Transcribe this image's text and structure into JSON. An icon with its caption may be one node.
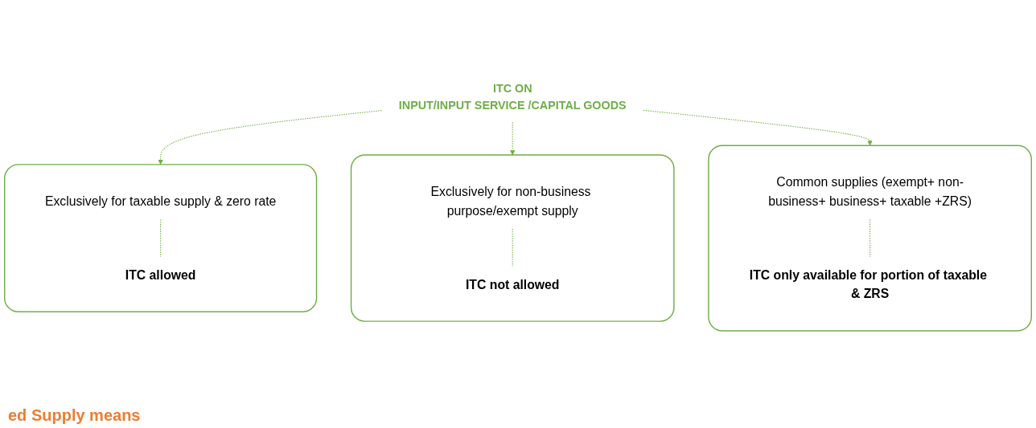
{
  "diagram": {
    "nodes": [
      {
        "text": [
          "ITC ON",
          "INPUT/INPUT SERVICE /CAPITAL GOODS"
        ]
      },
      {
        "text": [],
        "shape": "box"
      },
      {
        "text": [
          "Exclusively for taxable supply & zero rate"
        ],
        "in": 1
      },
      {
        "text": [
          "ITC allowed"
        ],
        "in": 1
      },
      {
        "text": [],
        "shape": "box"
      },
      {
        "text": [
          "Exclusively for non-business purpose/exempt supply"
        ],
        "in": 4
      },
      {
        "text": [
          "ITC not allowed"
        ],
        "in": 4
      },
      {
        "text": [],
        "shape": "box"
      },
      {
        "text": [
          "Common supplies (exempt+ non-business+ business+ taxable +ZRS)"
        ],
        "in": 7
      },
      {
        "text": [
          "ITC only available for portion of taxable & ZRS"
        ],
        "in": 7
      }
    ],
    "edges": [
      {
        "from": 0,
        "to": 1,
        "arrow": "to",
        "style": "dashed"
      },
      {
        "from": 0,
        "to": 4,
        "arrow": "to",
        "style": "dashed"
      },
      {
        "from": 0,
        "to": 7,
        "arrow": "to",
        "style": "dashed"
      },
      {
        "from": 2,
        "to": 3,
        "arrow": "none",
        "style": "dashed"
      },
      {
        "from": 5,
        "to": 6,
        "arrow": "none",
        "style": "dashed"
      },
      {
        "from": 8,
        "to": 9,
        "arrow": "none",
        "style": "dashed"
      }
    ],
    "labels": [
      "ed Supply means"
    ]
  }
}
